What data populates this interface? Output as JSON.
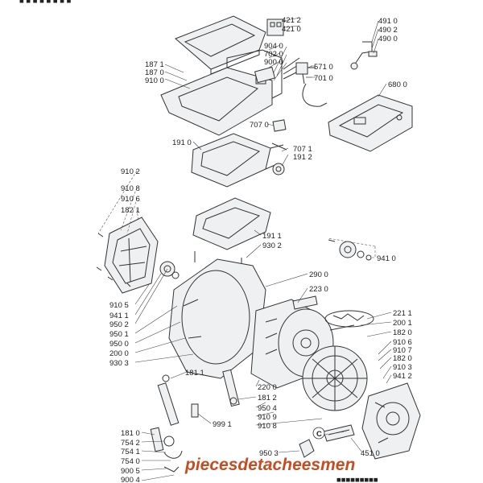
{
  "header_text": "■ ■ ■ ■ ■ ■ ■ ■",
  "footer_code": "■■■■■■■■■",
  "watermark": "piecesdetacheesmen",
  "callout_letter": "C",
  "labels": {
    "l4212": "421 2",
    "l4210": "421 0",
    "l4910": "491 0",
    "l4902": "490 2",
    "l4900": "490 0",
    "l9040": "904 0",
    "l7020": "702 0",
    "l9000": "900 0",
    "l5710": "571 0",
    "l7010": "701 0",
    "l1871": "187 1",
    "l1870": "187 0",
    "l9100": "910 0",
    "l6800": "680 0",
    "l7070": "707 0",
    "l1910": "191 0",
    "l7071": "707 1",
    "l1912": "191 2",
    "l9102": "910 2",
    "l9108": "910 8",
    "l9106": "910 6",
    "l1821": "182 1",
    "l1911": "191 1",
    "l9302": "930 2",
    "l9410": "941 0",
    "l2900": "290 0",
    "l2230": "223 0",
    "l9105": "910 5",
    "l9411": "941 1",
    "l9502": "950 2",
    "l9501": "950 1",
    "l9500": "950 0",
    "l2000": "200 0",
    "l9303": "930 3",
    "l2211": "221 1",
    "l2001": "200 1",
    "l1820": "182 0",
    "l9106b": "910 6",
    "l9107": "910 7",
    "l1820b": "182 0",
    "l9103": "910 3",
    "l9412": "941 2",
    "l1811": "181 1",
    "l2200": "220 0",
    "l1812": "181 2",
    "l9504": "950 4",
    "l9109": "910 9",
    "l9108b": "910 8",
    "l9991": "999 1",
    "l1810": "181 0",
    "l7542": "754 2",
    "l7541": "754 1",
    "l7540": "754 0",
    "l9005": "900 5",
    "l9004": "900 4",
    "l9503": "950 3",
    "l4510": "451 0"
  }
}
